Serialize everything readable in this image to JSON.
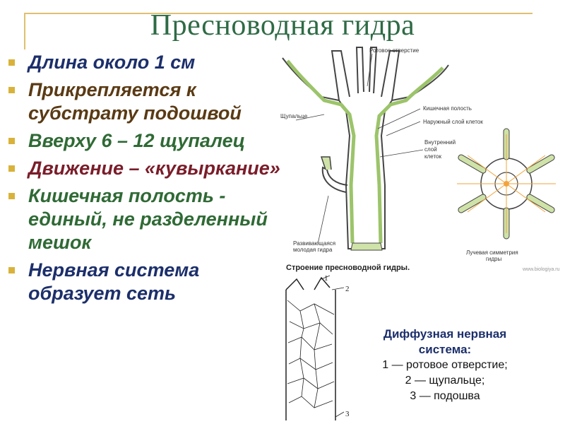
{
  "title": "Пресноводная гидра",
  "bullets": [
    {
      "text": "Длина около 1 см",
      "color": "#1c2f6b"
    },
    {
      "text": "Прикрепляется к субстрату подошвой",
      "color": "#5a3a14"
    },
    {
      "text": "Вверху 6 – 12 щупалец",
      "color": "#2f6a35"
    },
    {
      "text": "Движение – «кувыркание»",
      "color": "#7a1d2a"
    },
    {
      "text": "Кишечная полость - единый, не разделенный мешок",
      "color": "#2f6a35"
    },
    {
      "text": "Нервная система образует сеть",
      "color": "#1c2f6b"
    }
  ],
  "diagram": {
    "labels": {
      "mouth": "Ротовое отверстие",
      "tentacle": "Щупальце",
      "gut": "Кишечная полость",
      "outer": "Наружный слой клеток",
      "inner1": "Внутренний",
      "inner2": "слой",
      "inner3": "клеток",
      "bud1": "Развивающаяся",
      "bud2": "молодая гидра",
      "sym1": "Лучевая симметрия",
      "sym2": "гидры"
    },
    "caption": "Строение пресноводной гидры.",
    "watermark": "www.biologiya.ru"
  },
  "nerve": {
    "n1": "1",
    "n2": "2",
    "n3": "3",
    "title1": "Диффузная нервная",
    "title2": "система:",
    "item1": "1 — ротовое отверстие;",
    "item2": "2 — щупальце;",
    "item3": "3 — подошва"
  },
  "colors": {
    "title": "#2e6b45",
    "accent": "#d9b23a",
    "cell_green": "#9cc46a"
  }
}
